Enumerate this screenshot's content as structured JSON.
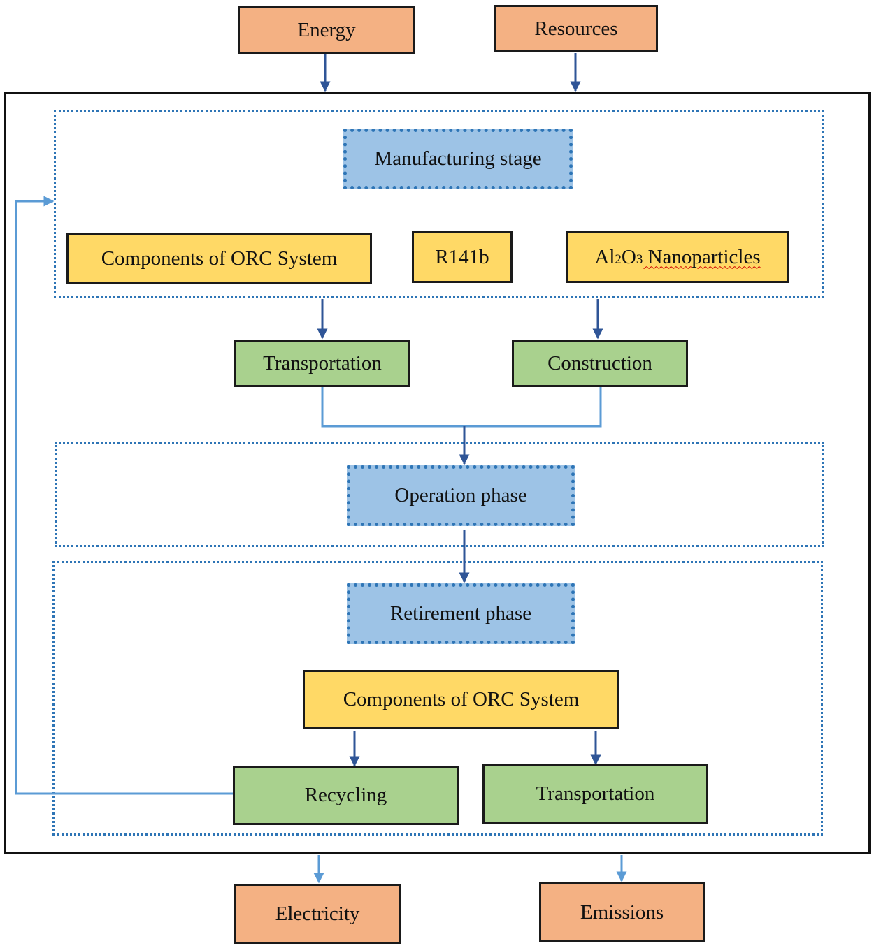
{
  "inputs": {
    "energy": "Energy",
    "resources": "Resources"
  },
  "manufacturing": {
    "stage_label": "Manufacturing stage",
    "components": "Components of ORC System",
    "refrigerant": "R141b",
    "nanoparticles": {
      "prefix": "Al",
      "sub1": "2",
      "mid": "O",
      "sub2": "3",
      "suffix": " Nanoparticles"
    }
  },
  "middle": {
    "transportation": "Transportation",
    "construction": "Construction"
  },
  "operation": {
    "stage_label": "Operation phase"
  },
  "retirement": {
    "stage_label": "Retirement phase",
    "components": "Components of ORC System",
    "recycling": "Recycling",
    "transportation": "Transportation"
  },
  "outputs": {
    "electricity": "Electricity",
    "emissions": "Emissions"
  },
  "colors": {
    "io_fill": "#f4b183",
    "component_fill": "#ffd966",
    "process_fill": "#a9d18e",
    "stage_fill": "#9dc3e6",
    "arrow_dark": "#2f5597",
    "arrow_light": "#5b9bd5"
  }
}
